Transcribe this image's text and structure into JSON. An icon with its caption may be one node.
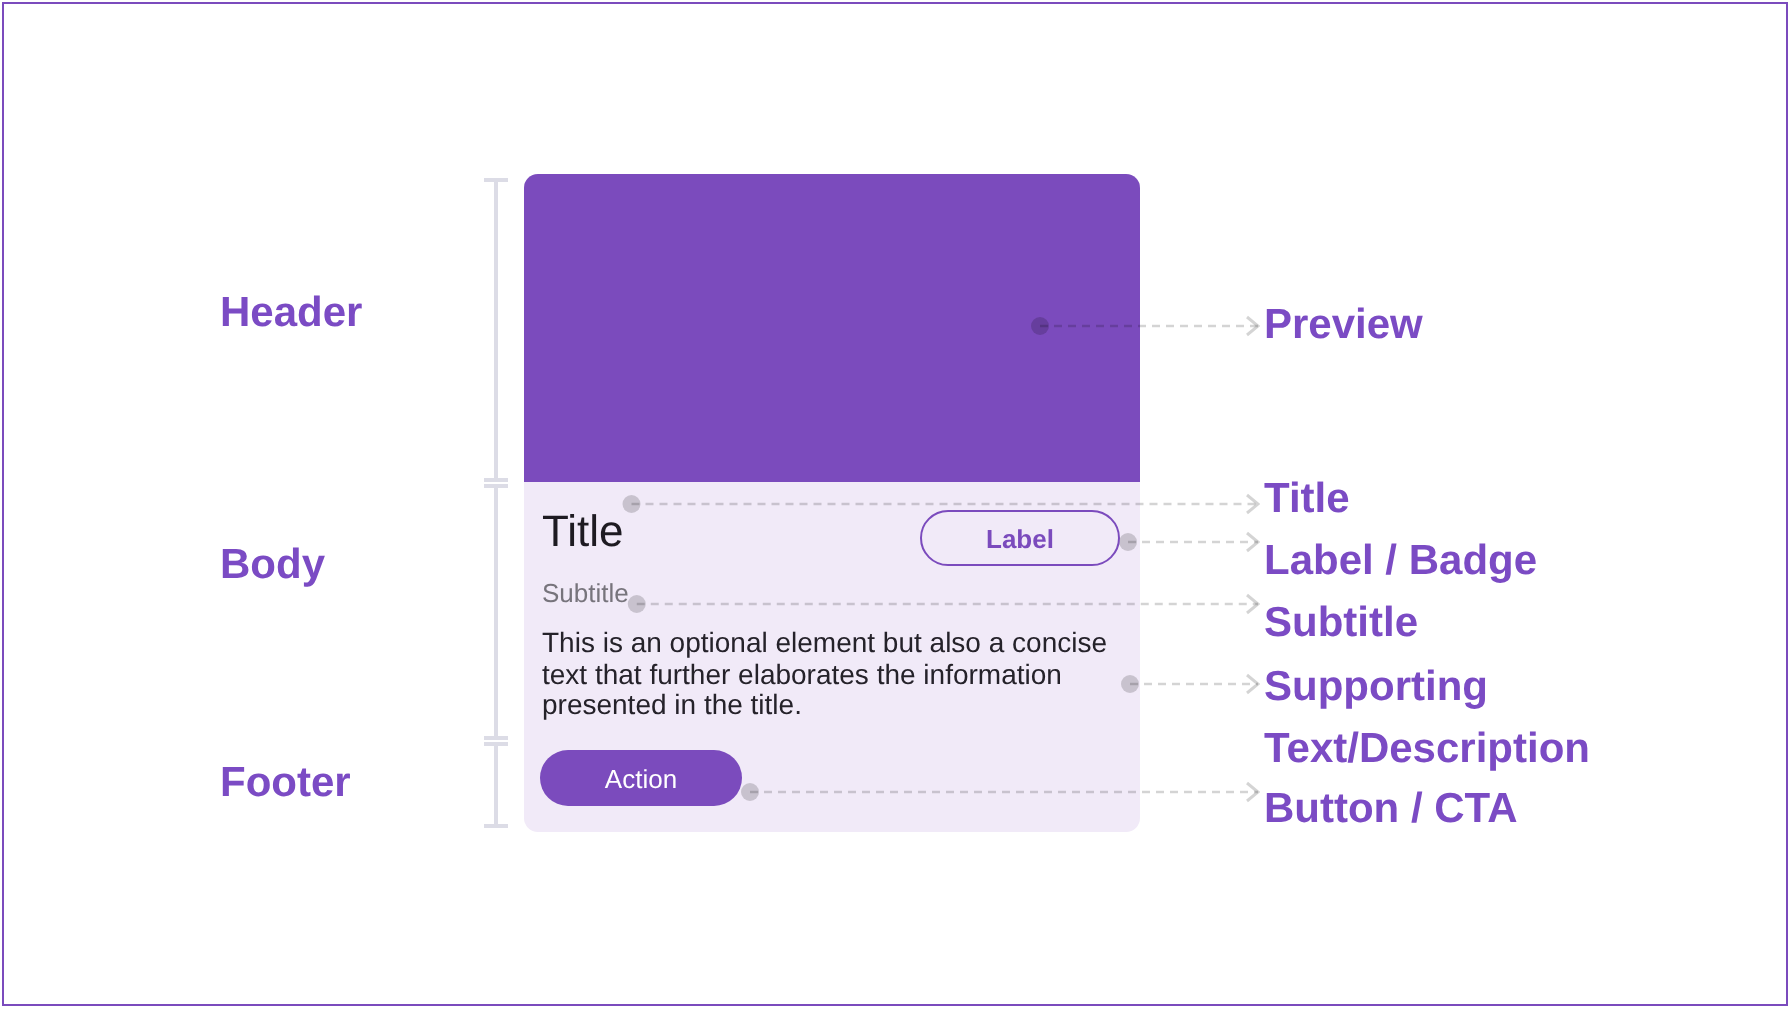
{
  "diagram": {
    "nodes": [
      {
        "text": [],
        "shape": "box"
      },
      {
        "text": [],
        "shape": "box",
        "in": 0
      },
      {
        "text": [
          "Title"
        ],
        "in": 0
      },
      {
        "text": [
          "Label"
        ],
        "in": 0
      },
      {
        "text": [
          "Subtitle"
        ],
        "in": 0
      },
      {
        "text": [
          "This is an optional element but also a concise text that further elaborates the information presented in the title."
        ],
        "in": 0
      },
      {
        "text": [
          "Action"
        ],
        "in": 0
      },
      {
        "text": [
          "Preview"
        ]
      },
      {
        "text": [
          "Title"
        ]
      },
      {
        "text": [
          "Label / Badge"
        ]
      },
      {
        "text": [
          "Subtitle"
        ]
      },
      {
        "text": [
          "Supporting Text/Description"
        ]
      },
      {
        "text": [
          "Button / CTA"
        ]
      }
    ],
    "edges": [
      {
        "from": 1,
        "to": 7,
        "arrow": "to",
        "style": "dashed"
      },
      {
        "from": 2,
        "to": 8,
        "arrow": "to",
        "style": "dashed"
      },
      {
        "from": 3,
        "to": 9,
        "arrow": "to",
        "style": "dashed"
      },
      {
        "from": 4,
        "to": 10,
        "arrow": "to",
        "style": "dashed"
      },
      {
        "from": 5,
        "to": 11,
        "arrow": "to",
        "style": "dashed"
      },
      {
        "from": 6,
        "to": 12,
        "arrow": "to",
        "style": "dashed"
      }
    ],
    "labels": [
      "Header",
      "Body",
      "Footer"
    ]
  }
}
